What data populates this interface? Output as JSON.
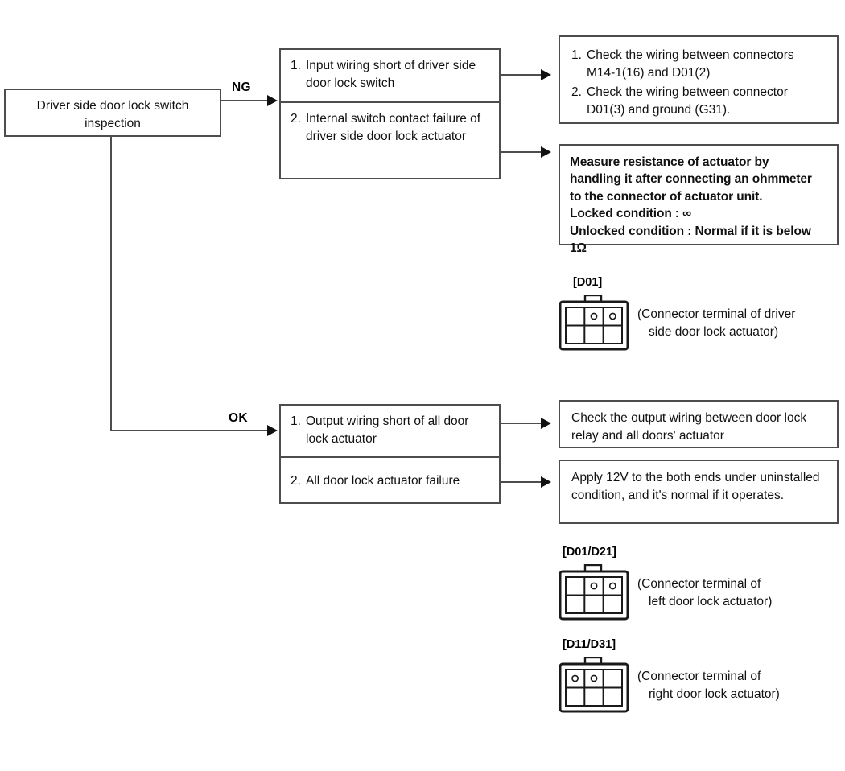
{
  "diagram": {
    "title": "Driver side door lock switch inspection flowchart",
    "line_color": "#4d4d4d",
    "text_color": "#111111"
  },
  "start": {
    "label_line1": "Driver side door lock switch",
    "label_line2": "inspection"
  },
  "branches": {
    "ng_label": "NG",
    "ok_label": "OK"
  },
  "ng_causes": [
    {
      "num": "1.",
      "text": "Input wiring short of driver side door lock switch"
    },
    {
      "num": "2.",
      "text": "Internal switch contact failure of driver side door lock actuator"
    }
  ],
  "ng_actions": {
    "check_wiring": [
      {
        "num": "1.",
        "text": "Check the wiring between connectors M14-1(16) and D01(2)"
      },
      {
        "num": "2.",
        "text": "Check the wiring between connector D01(3) and ground (G31)."
      }
    ],
    "measure": {
      "line1": "Measure resistance of actuator by",
      "line2": "handling it after connecting an ohmmeter",
      "line3": "to the connector of actuator unit.",
      "line4": "Locked condition : ∞",
      "line5": "Unlocked condition : Normal if it is below 1Ω"
    }
  },
  "ok_causes": [
    {
      "num": "1.",
      "text": "Output wiring short of all door lock actuator"
    },
    {
      "num": "2.",
      "text": "All door lock actuator failure"
    }
  ],
  "ok_actions": {
    "check_output": "Check the output wiring between door lock relay and all doors' actuator",
    "apply_12v": "Apply 12V to the both ends under uninstalled condition, and it's normal if it operates."
  },
  "connectors": [
    {
      "tag": "[D01]",
      "caption_line1": "(Connector terminal of driver",
      "caption_line2": "side door lock actuator)",
      "pins": [
        "",
        "o",
        "o"
      ],
      "pin_row": "top"
    },
    {
      "tag": "[D01/D21]",
      "caption_line1": "(Connector terminal of",
      "caption_line2": "left door lock actuator)",
      "pins": [
        "",
        "o",
        "o"
      ],
      "pin_row": "top"
    },
    {
      "tag": "[D11/D31]",
      "caption_line1": "(Connector terminal of",
      "caption_line2": "right door lock actuator)",
      "pins": [
        "o",
        "o",
        ""
      ],
      "pin_row": "top"
    }
  ]
}
